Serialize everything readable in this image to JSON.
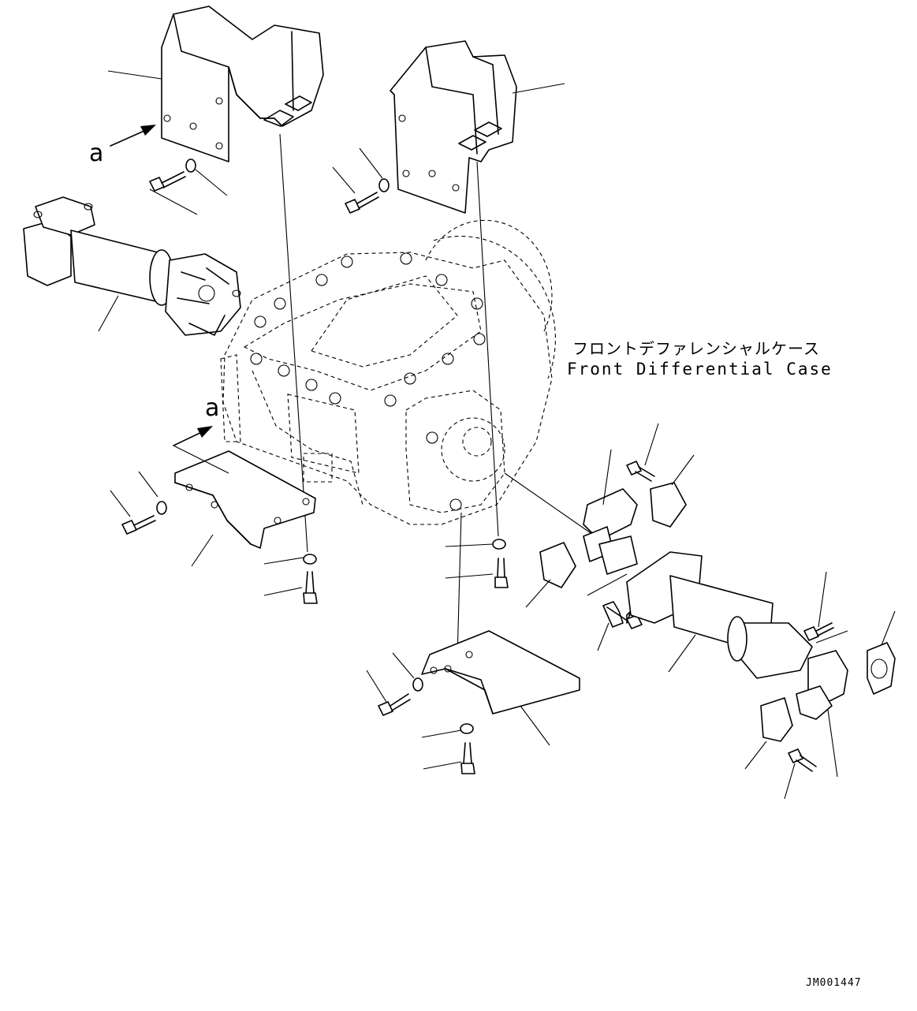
{
  "diagram": {
    "component_label_jp": "フロントデファレンシャルケース",
    "component_label_en": "Front Differential Case",
    "view_marker_top": "a",
    "view_marker_bottom": "a",
    "drawing_code": "JM001447"
  },
  "colors": {
    "line": "#000000",
    "background": "#ffffff"
  }
}
